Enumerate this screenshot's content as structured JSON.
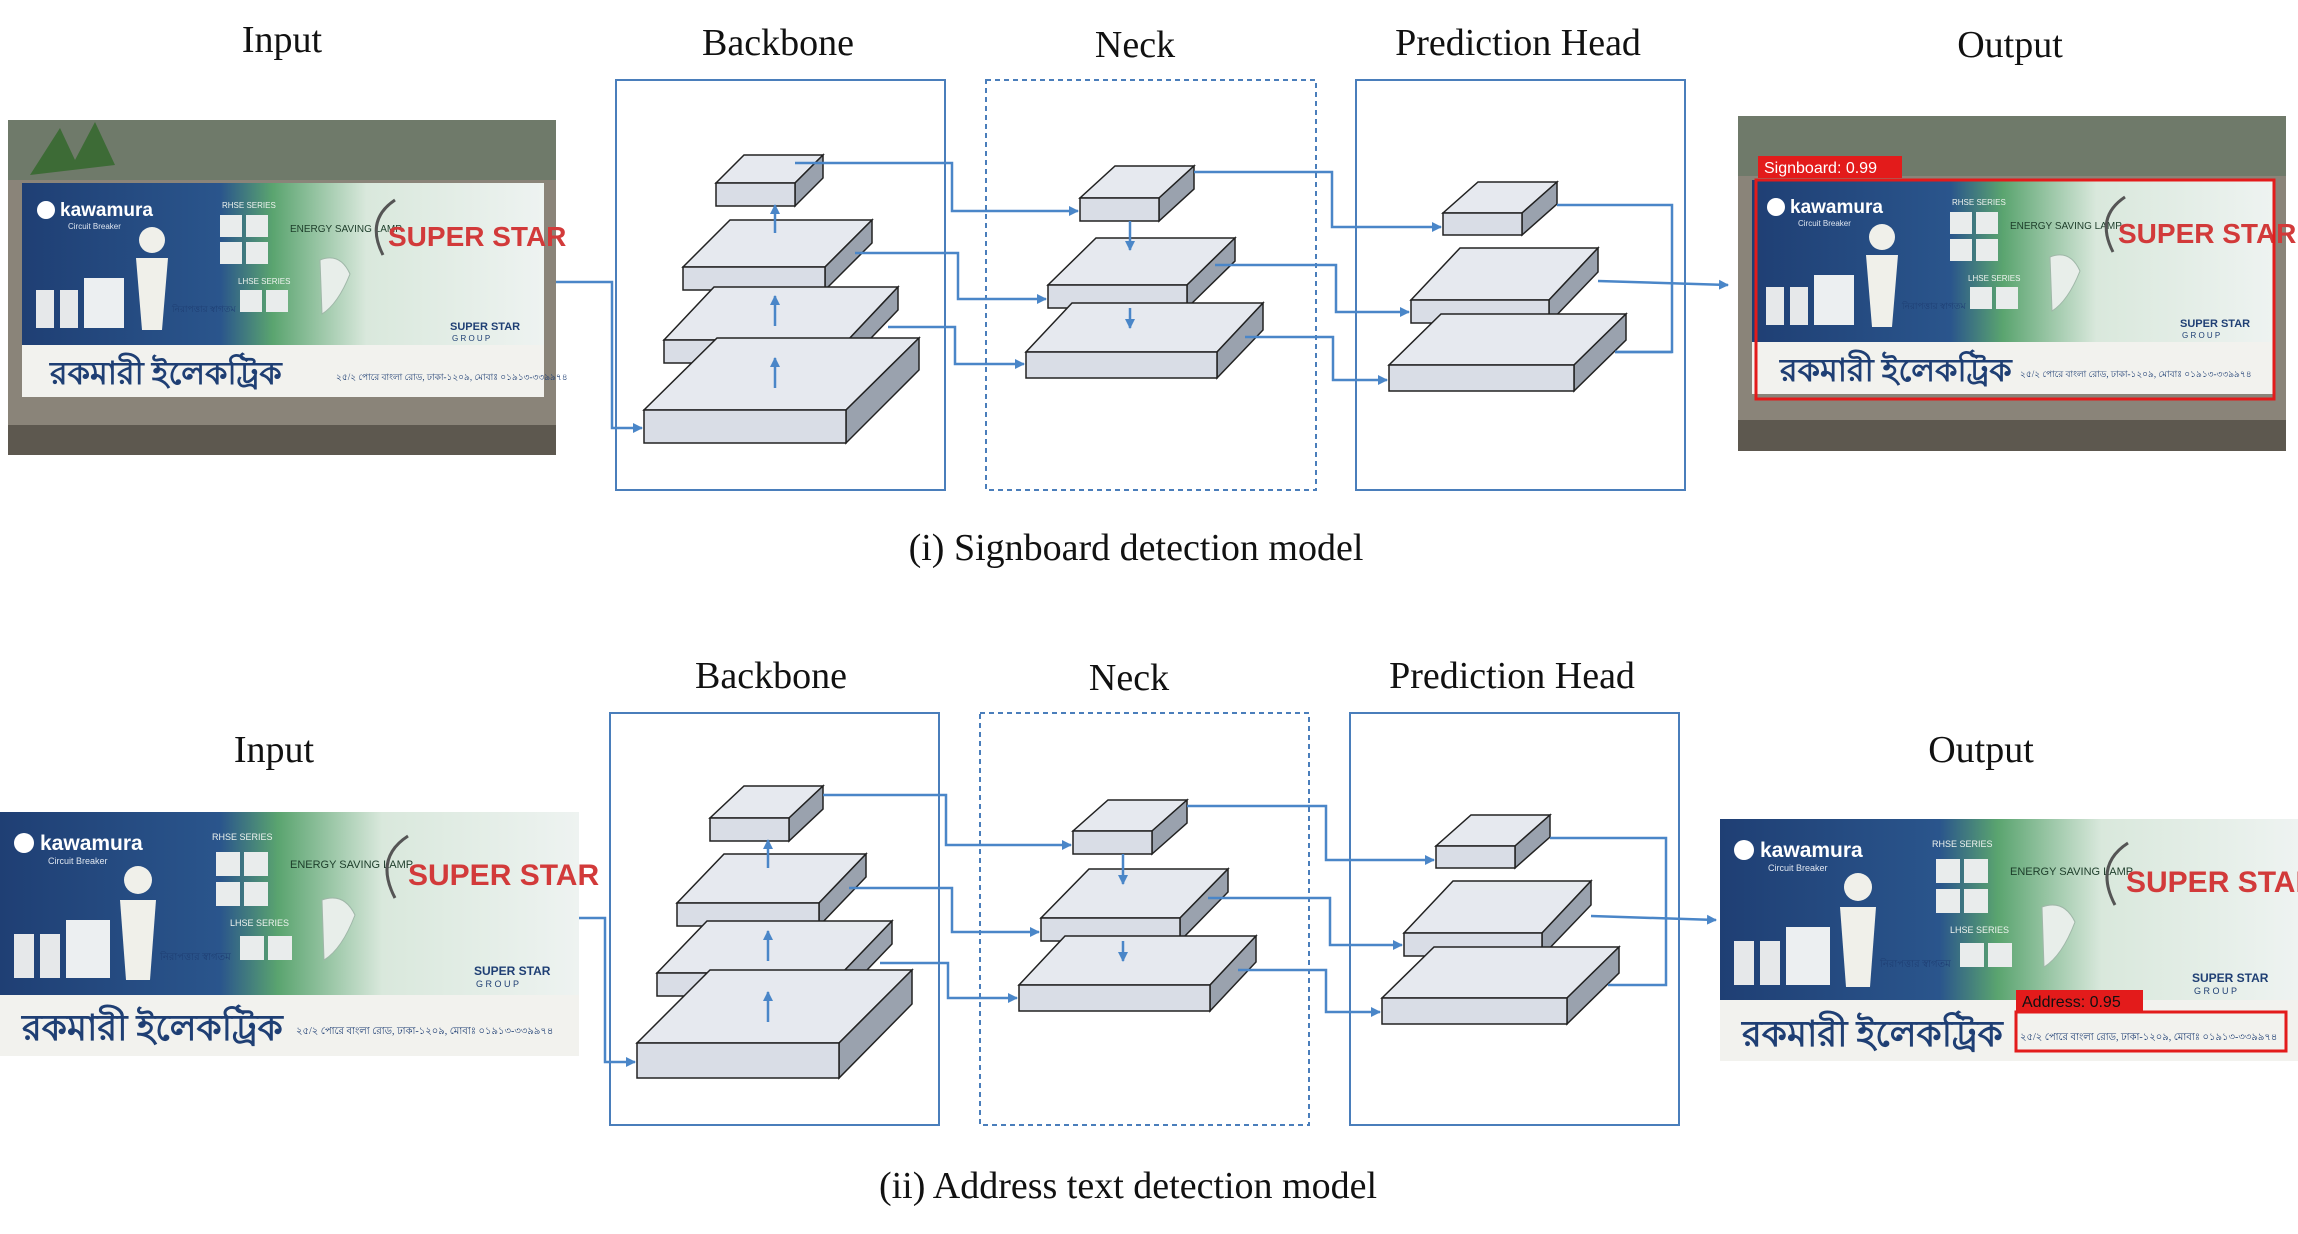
{
  "panels": [
    {
      "input_label": "Input",
      "output_label": "Output",
      "caption": "(i) Signboard detection model",
      "stages": {
        "backbone": "Backbone",
        "neck": "Neck",
        "head": "Prediction Head"
      },
      "detection_label": "Signboard: 0.99"
    },
    {
      "input_label": "Input",
      "output_label": "Output",
      "caption": "(ii) Address text detection model",
      "stages": {
        "backbone": "Backbone",
        "neck": "Neck",
        "head": "Prediction Head"
      },
      "detection_label": "Address: 0.95"
    }
  ],
  "signboard": {
    "brand": "kawamura",
    "brand_sub": "Circuit Breaker",
    "series_1": "RHSE SERIES",
    "series_2": "LHSE SERIES",
    "lamp": "ENERGY SAVING LAMP",
    "title": "SUPER STAR",
    "group_top": "SUPER STAR",
    "group_bottom": "G R O U P",
    "welcome": "নিরাপত্তার স্বাগতম",
    "shop_name": "রকমারী ইলেকট্রিক",
    "address": "২৫/২ পোরে বাংলা রোড, ঢাকা-১২০৯, মোবাঃ ০১৯১৩-৩৩৯৯৭৪"
  },
  "colors": {
    "arrow": "#4a86c8",
    "box_border": "#4a7ebb",
    "block_face": "#d9dde6",
    "block_dark": "#9aa2ae",
    "detection": "#e31b1b",
    "sign_blue": "#1f3f74",
    "sign_green": "#4b9a62"
  }
}
